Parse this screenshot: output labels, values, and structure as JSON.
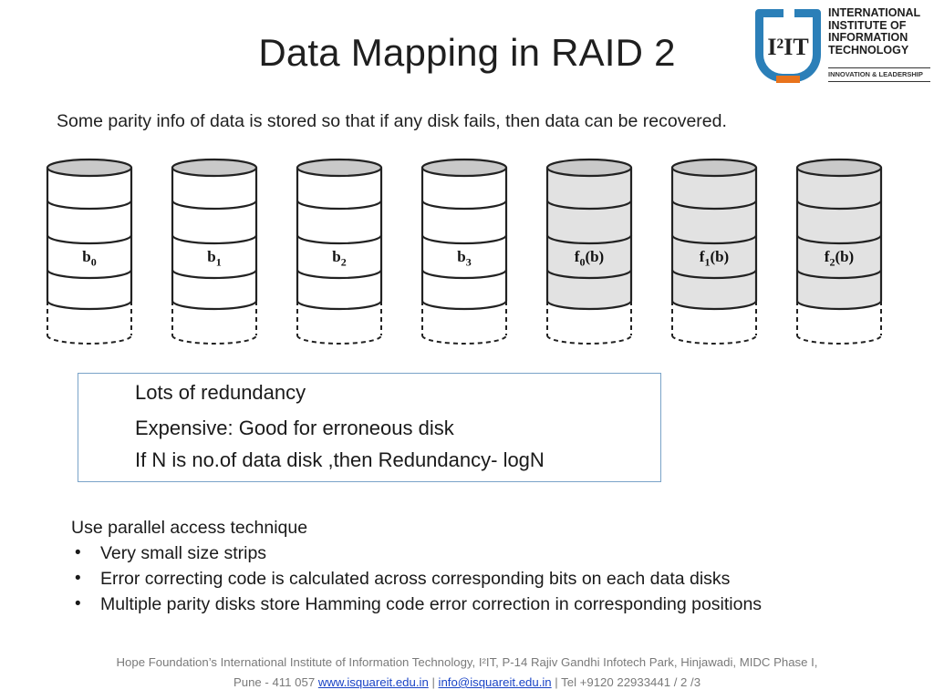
{
  "title": "Data Mapping in RAID 2",
  "logo": {
    "mark_text": "I²IT",
    "lines": [
      "INTERNATIONAL",
      "INSTITUTE OF",
      "INFORMATION",
      "TECHNOLOGY"
    ],
    "tagline": "INNOVATION & LEADERSHIP",
    "colors": {
      "blue": "#2b7fb8",
      "orange": "#e8731c"
    }
  },
  "subtitle": "Some parity info of data is stored so that if any disk fails, then data can be recovered.",
  "disks": [
    {
      "label": "b",
      "sub": "0",
      "type": "data"
    },
    {
      "label": "b",
      "sub": "1",
      "type": "data"
    },
    {
      "label": "b",
      "sub": "2",
      "type": "data"
    },
    {
      "label": "b",
      "sub": "3",
      "type": "data"
    },
    {
      "label": "f",
      "sub": "0",
      "suffix": "(b)",
      "type": "parity"
    },
    {
      "label": "f",
      "sub": "1",
      "suffix": "(b)",
      "type": "parity"
    },
    {
      "label": "f",
      "sub": "2",
      "suffix": "(b)",
      "type": "parity"
    }
  ],
  "disk_colors": {
    "data": "#ffffff",
    "parity": "#e2e2e2",
    "top": "#c9c9c9"
  },
  "box": {
    "line1": "Lots of redundancy",
    "line2": "Expensive: Good for erroneous disk",
    "line3": "If N is no.of data disk ,then Redundancy- logN"
  },
  "points": {
    "heading": "Use parallel access technique",
    "bullets": [
      "Very small size strips",
      "Error correcting code is calculated across corresponding bits on each data disks",
      "Multiple parity disks store Hamming code error correction in corresponding positions"
    ]
  },
  "footer": {
    "line1": "Hope Foundation’s International Institute of Information Technology, I²IT, P-14 Rajiv Gandhi Infotech Park, Hinjawadi,  MIDC Phase I,",
    "pre": "Pune - 411 057 ",
    "website": "www.isquareit.edu.in",
    "sep": " | ",
    "email": "info@isquareit.edu.in",
    "post": " | Tel +9120 22933441 / 2 /3"
  }
}
